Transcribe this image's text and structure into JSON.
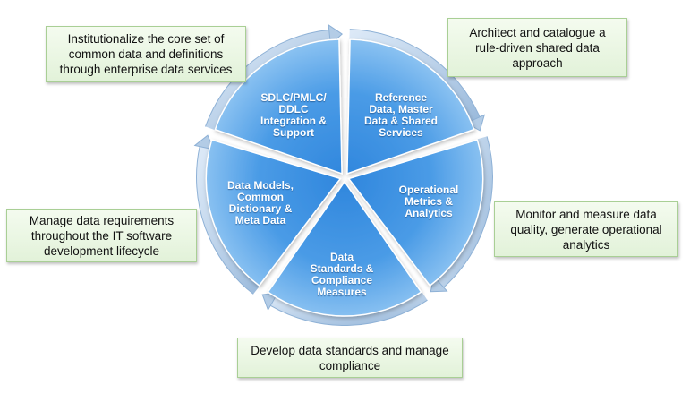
{
  "wheel": {
    "segments": [
      {
        "label": "Reference\nData, Master\nData & Shared\nServices"
      },
      {
        "label": "Operational\nMetrics &\nAnalytics"
      },
      {
        "label": "Data\nStandards &\nCompliance\nMeasures"
      },
      {
        "label": "Data Models,\nCommon\nDictionary &\nMeta Data"
      },
      {
        "label": "SDLC/PMLC/\nDDLC\nIntegration &\nSupport"
      }
    ]
  },
  "notes": {
    "top_right": "Architect and catalogue a\nrule-driven shared data\napproach",
    "right": "Monitor and measure data\nquality,  generate operational\nanalytics",
    "bottom": "Develop data standards and manage\ncompliance",
    "left": "Manage data requirements\nthroughout the IT software\ndevelopment lifecycle",
    "top_left": "Institutionalize the core set of\ncommon data and definitions\nthrough enterprise data services"
  },
  "colors": {
    "segment_light": "#8ec4f2",
    "segment_dark": "#2f86dd",
    "arrow_light": "#c9ddf2",
    "arrow_dark": "#8eb1d6",
    "note_border": "#a9cf95"
  }
}
